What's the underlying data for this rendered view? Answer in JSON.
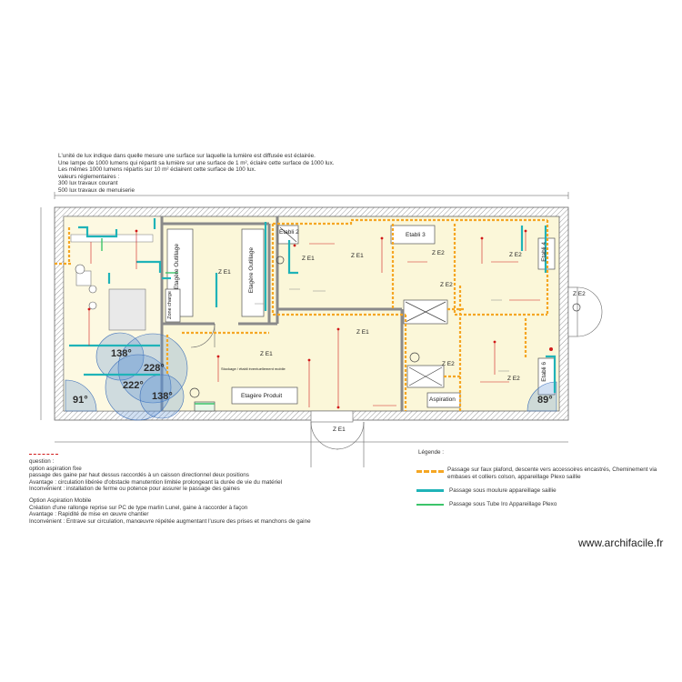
{
  "notes_top": {
    "lines": [
      "L'unité de lux indique dans quelle mesure une surface sur laquelle la lumière est diffusée est éclairée.",
      "Une lampe de 1000 lumens qui répartit sa lumière sur une surface de 1 m², éclaire cette surface de 1000 lux.",
      "Les mêmes 1000 lumens répartis sur 10 m² éclairent cette surface de 100 lux.",
      "valeurs réglementaires :",
      "300 lux travaux courant",
      "500 lux travaux de menuiserie"
    ]
  },
  "rooms": {
    "etabli2": "Etabli 2",
    "etabli3": "Etabli 3",
    "etabli4": "Etabli 4",
    "etabli6": "Etabli 6",
    "etagere_outillage1": "Etagère Outillage",
    "etagere_outillage2": "Etagère Outillage",
    "zone_charge": "Zone charge",
    "etagere_produit": "Etagère Produit",
    "aspiration": "Aspiration",
    "stockage": "Stockage / établi éventuellement mobile"
  },
  "zones": {
    "ze1": "Z E1",
    "ze2": "Z E2"
  },
  "angles": {
    "a1": "138°",
    "a2": "228°",
    "a3": "222°",
    "a4": "138°",
    "a5": "91°",
    "a6": "89°"
  },
  "notes_bottom": {
    "question_lines": [
      "question :",
      "option aspiration fixe",
      "passage des gaine par haut dessus raccordés à un caisson directionnel deux positions",
      "Avantage : circulation libérée d'obstacle manutention limitée prolongeant la durée de vie du matériel",
      "Inconvénient : installation de ferme ou potence pour assurer le passage des gaines"
    ],
    "option_lines": [
      "Option Aspiration Mobile",
      "Création d'une rallonge reprise sur PC de type marlin Lunel, gaine à raccorder à façon",
      "Avantage : Rapidité de mise en œuvre chantier",
      "Inconvénient : Entrave sur circulation, manœuvre répétée augmentant l'usure des prises et manchons de gaine"
    ]
  },
  "legend": {
    "title": "Légende :",
    "items": [
      {
        "label": "Passage sur faux plafond, descente vers accessoires encastrés, Cheminement via embases et colliers colson, appareillage Plexo saillie",
        "color": "#f5a623",
        "style": "dashed"
      },
      {
        "label": "Passage sous moulure appareillage saillie",
        "color": "#1fb3b8",
        "style": "solid"
      },
      {
        "label": "Passage sous Tube Iro Appareillage Plexo",
        "color": "#3cc46a",
        "style": "solid"
      }
    ]
  },
  "watermark": "www.archifacile.fr",
  "colors": {
    "wall": "#c8c8c8",
    "floor": "#fbf7d9",
    "orange": "#f5a623",
    "teal": "#1fb3b8",
    "green": "#3cc46a",
    "red": "#d11a1a",
    "blue_circle": "#5b8fd4"
  }
}
